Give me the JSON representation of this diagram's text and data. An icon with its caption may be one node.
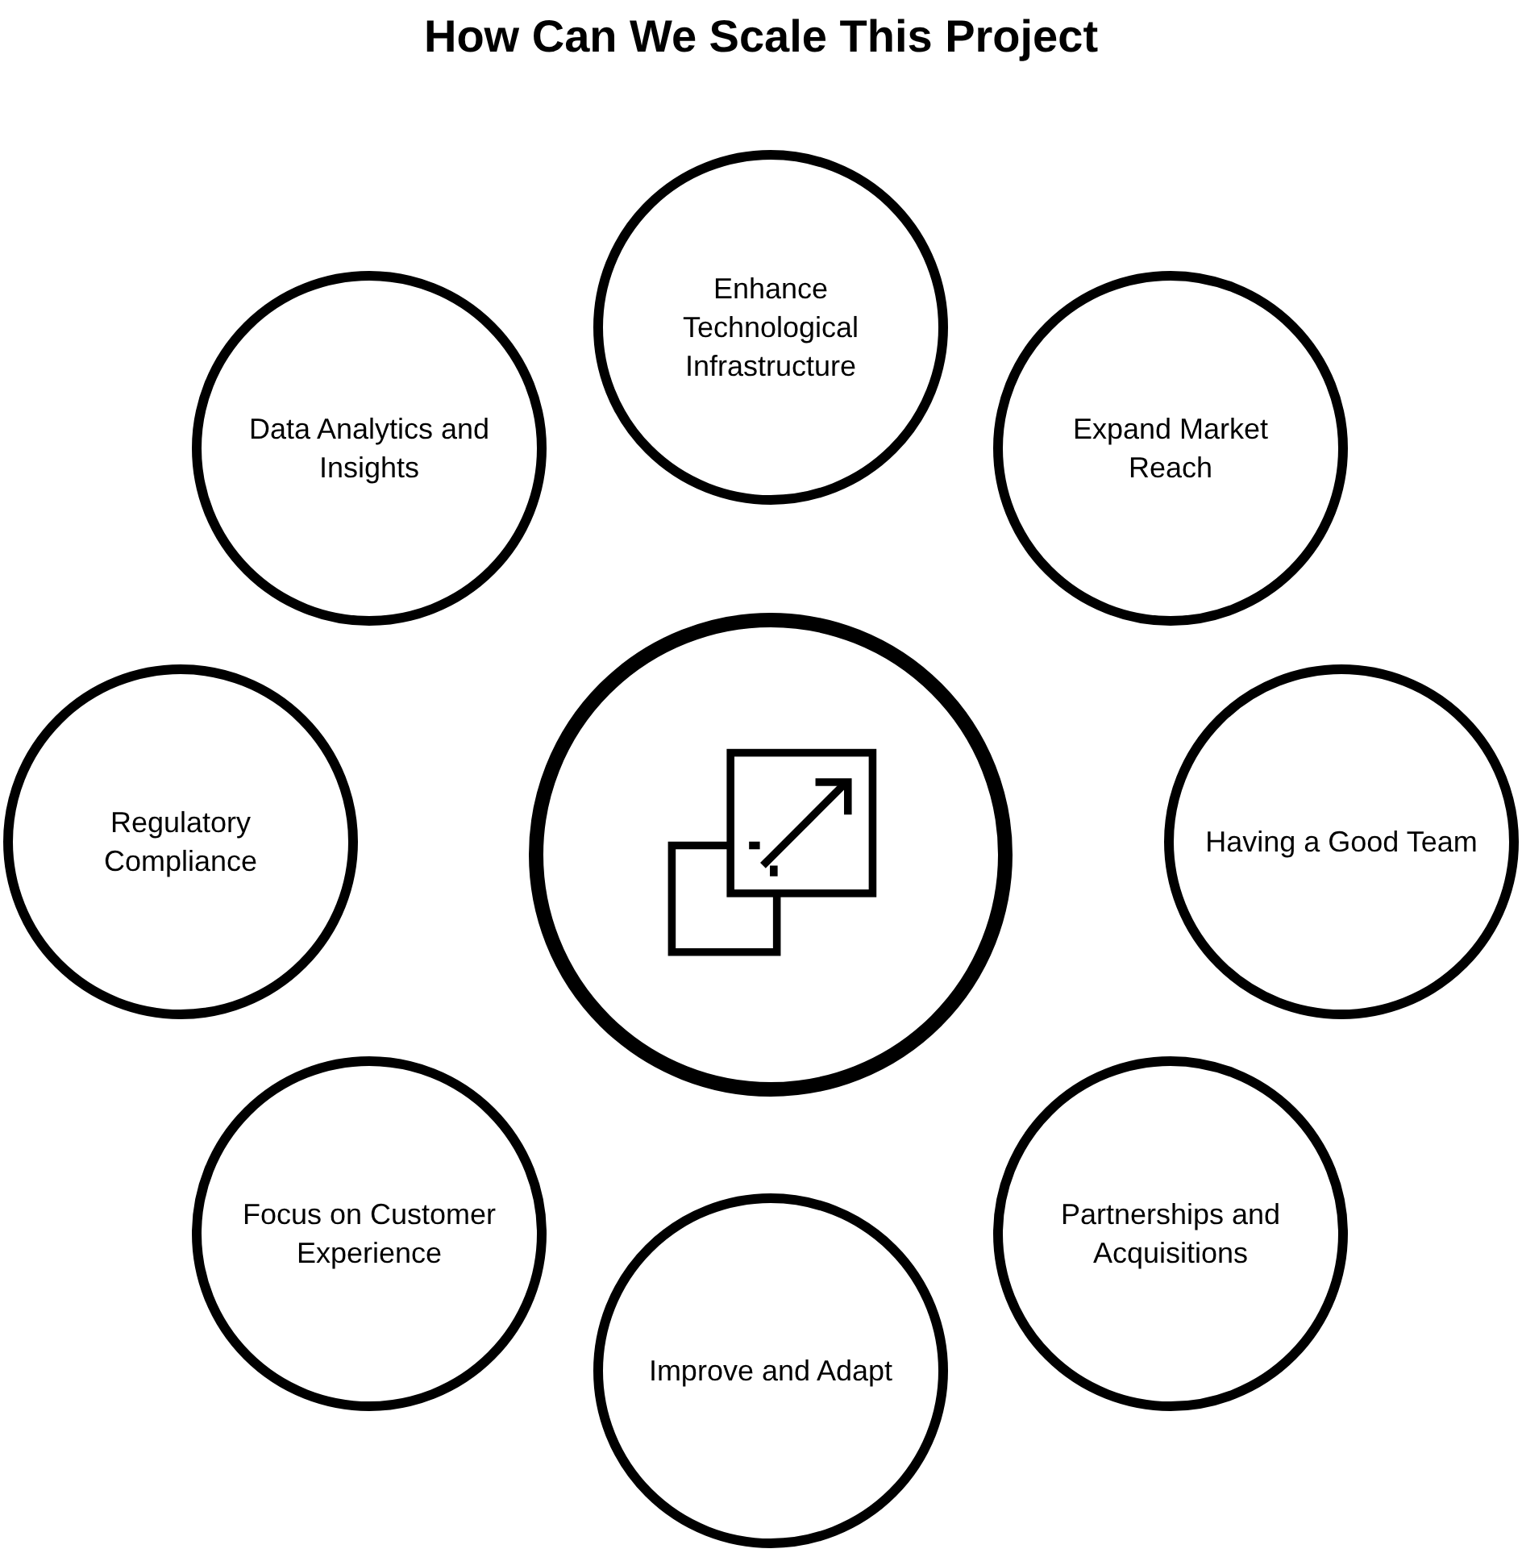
{
  "diagram": {
    "title": "How Can We Scale This Project",
    "nodes": [
      {
        "text": [
          "Enhance Technological Infrastructure"
        ]
      },
      {
        "text": [
          "Data Analytics and Insights"
        ]
      },
      {
        "text": [
          "Expand Market Reach"
        ]
      },
      {
        "text": [
          "Regulatory Compliance"
        ]
      },
      {
        "text": [],
        "shape": "circle"
      },
      {
        "text": [
          "Having a Good Team"
        ]
      },
      {
        "text": [
          "Focus on Customer Experience"
        ]
      },
      {
        "text": [
          "Partnerships and Acquisitions"
        ]
      },
      {
        "text": [
          "Improve and Adapt"
        ]
      }
    ],
    "edges": []
  }
}
